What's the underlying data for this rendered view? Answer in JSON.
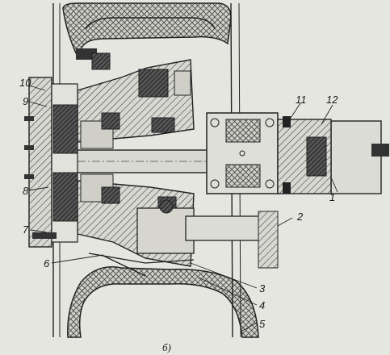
{
  "figure": {
    "caption": "б)",
    "callouts": [
      {
        "id": "1",
        "label": "1"
      },
      {
        "id": "2",
        "label": "2"
      },
      {
        "id": "3",
        "label": "3"
      },
      {
        "id": "4",
        "label": "4"
      },
      {
        "id": "5",
        "label": "5"
      },
      {
        "id": "6",
        "label": "6"
      },
      {
        "id": "7",
        "label": "7"
      },
      {
        "id": "8",
        "label": "8"
      },
      {
        "id": "9",
        "label": "9"
      },
      {
        "id": "10",
        "label": "10"
      },
      {
        "id": "11",
        "label": "11"
      },
      {
        "id": "12",
        "label": "12"
      }
    ]
  }
}
